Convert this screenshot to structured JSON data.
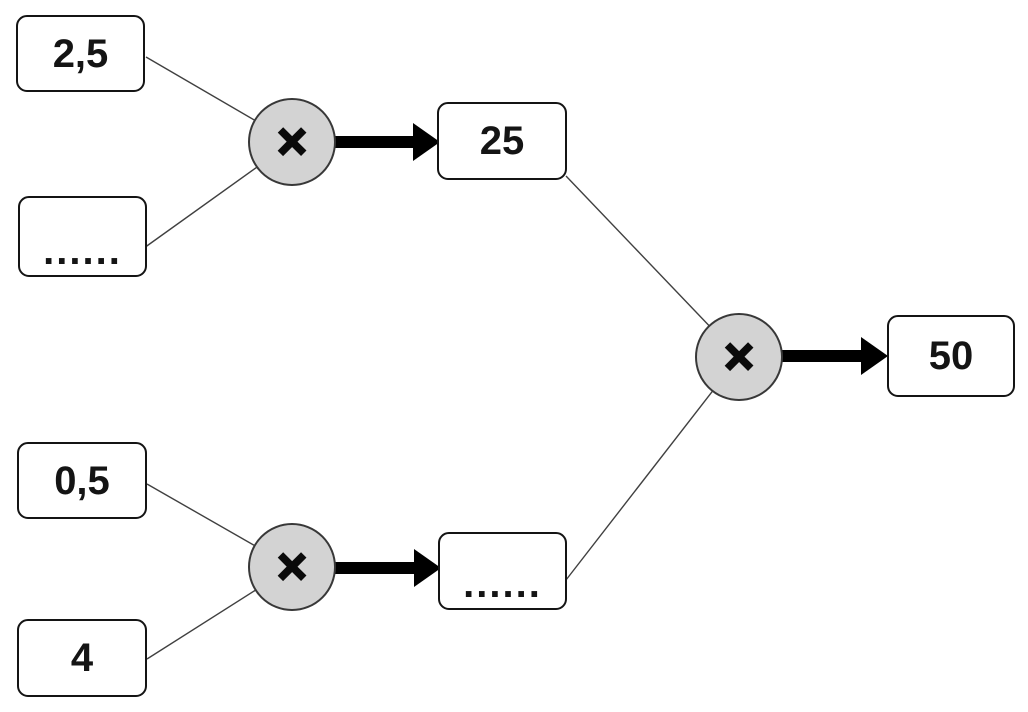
{
  "diagram": {
    "description": "multiplication chain diagram",
    "operator_symbol": "×",
    "colors": {
      "background": "#ffffff",
      "box_fill": "#ffffff",
      "box_border": "#141414",
      "operator_fill": "#d3d3d3",
      "operator_border": "#383838",
      "connector_line": "#404040",
      "arrow": "#000000",
      "text": "#141414"
    },
    "nodes": {
      "factor_top_1": "2,5",
      "factor_top_2": "......",
      "product_top": "25",
      "factor_bottom_1": "0,5",
      "factor_bottom_2": "4",
      "product_bottom": "......",
      "product_final": "50"
    }
  }
}
